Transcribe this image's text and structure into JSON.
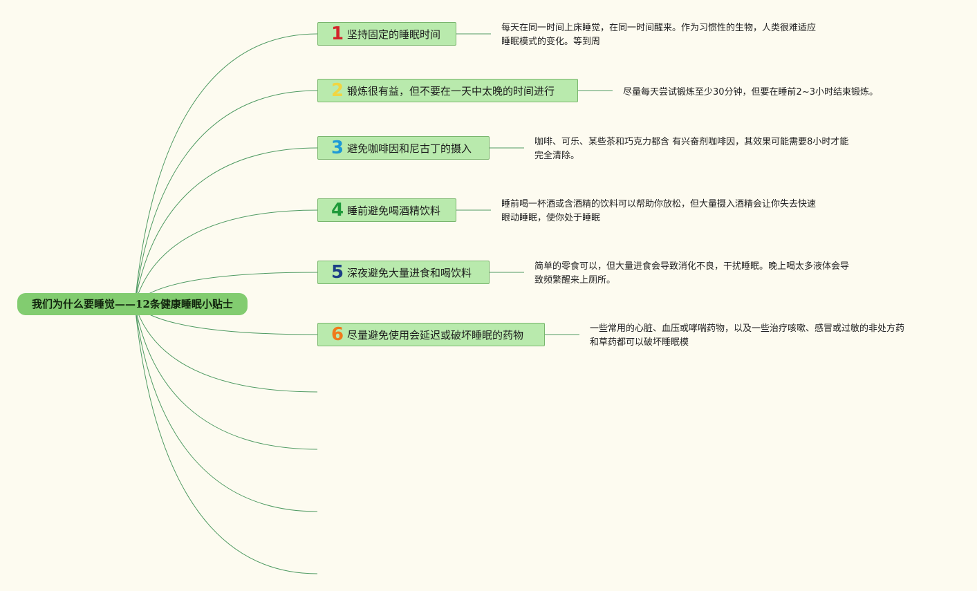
{
  "root": {
    "title": "我们为什么要睡觉——12条健康睡眠小贴士"
  },
  "colors": {
    "connector": "#4f9a62",
    "root_fill": "#82cc70",
    "branch_fill": "#b9eaad",
    "branch_border": "#79b56c",
    "background": "#fdfbf0"
  },
  "branches": [
    {
      "number": "1",
      "number_color": "#d3232a",
      "label": "坚持固定的睡眠时间",
      "note_lines": [
        "每天在同一时间上床睡觉，在同一时间醒来。作为习惯性的生物，人类很难适应",
        "睡眠模式的变化。等到周"
      ]
    },
    {
      "number": "2",
      "number_color": "#f1d541",
      "label": "锻炼很有益，但不要在一天中太晚的时间进行",
      "note_lines": [
        "尽量每天尝试锻炼至少30分钟，但要在睡前2~3小时结束锻炼。"
      ]
    },
    {
      "number": "3",
      "number_color": "#1e9ad6",
      "label": "避免咖啡因和尼古丁的摄入",
      "note_lines": [
        "咖啡、可乐、某些茶和巧克力都含 有兴奋剂咖啡因，其效果可能需要8小时才能",
        "完全清除。"
      ]
    },
    {
      "number": "4",
      "number_color": "#1f9a3a",
      "label": "睡前避免喝酒精饮料",
      "note_lines": [
        "睡前喝一杯酒或含酒精的饮料可以帮助你放松，但大量摄入酒精会让你失去快速",
        "眼动睡眠，使你处于睡眠"
      ]
    },
    {
      "number": "5",
      "number_color": "#1c3f86",
      "label": "深夜避免大量进食和喝饮料",
      "note_lines": [
        "简单的零食可以，但大量进食会导致消化不良，干扰睡眠。晚上喝太多液体会导",
        "致频繁醒来上厕所。"
      ]
    },
    {
      "number": "6",
      "number_color": "#f07a1b",
      "label": "尽量避免使用会延迟或破坏睡眠的药物",
      "note_lines": [
        "一些常用的心脏、血压或哮喘药物，以及一些治疗咳嗽、感冒或过敏的非处方药",
        "和草药都可以破坏睡眠模"
      ]
    }
  ]
}
